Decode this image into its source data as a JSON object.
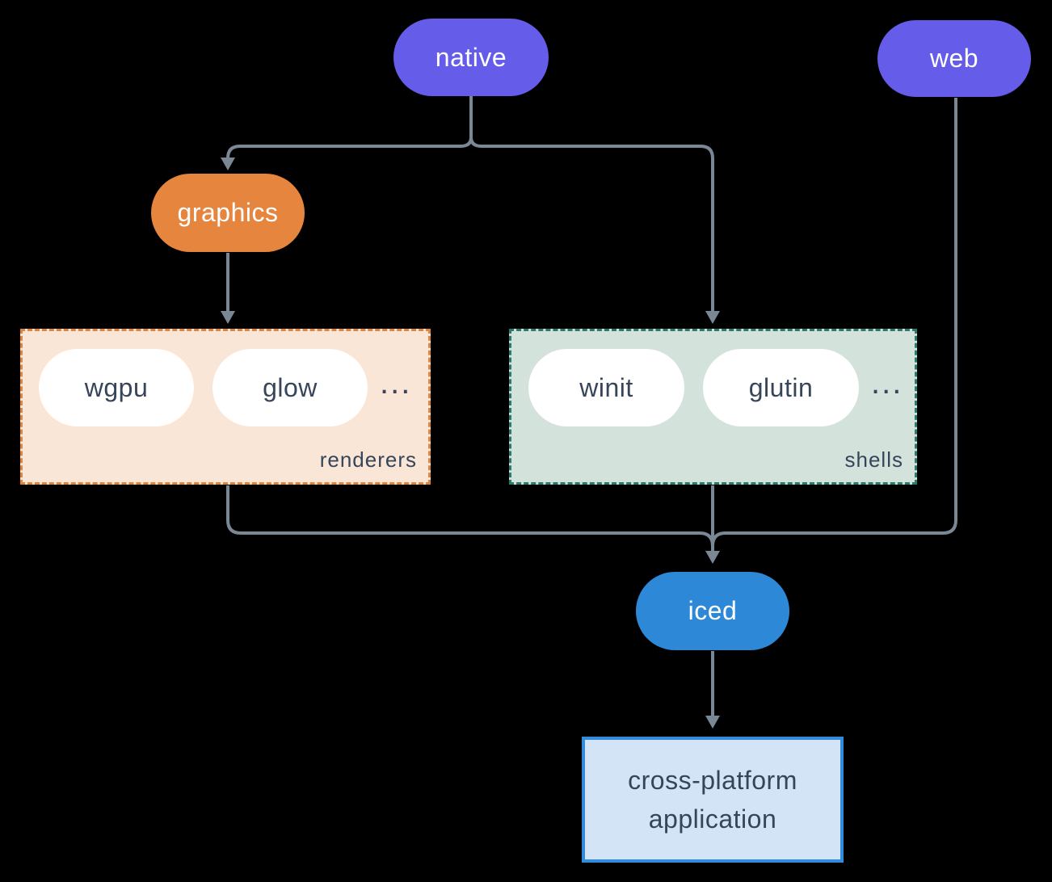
{
  "colors": {
    "background": "#000000",
    "line": "#7a8896",
    "purple": "#655ce9",
    "orange": "#e6853e",
    "blue": "#2d89d8",
    "peach_bg": "#f9e6d6",
    "peach_border": "#e0843c",
    "sage_bg": "#d4e2dc",
    "sage_border": "#2b7a6b",
    "white_pill": "#ffffff",
    "dark_text": "#36455a",
    "light_text": "#ffffff",
    "app_bg": "#d3e4f6",
    "app_border": "#338bdc"
  },
  "nodes": {
    "native": {
      "label": "native"
    },
    "web": {
      "label": "web"
    },
    "graphics": {
      "label": "graphics"
    },
    "iced": {
      "label": "iced"
    },
    "application": {
      "lines": [
        "cross-platform",
        "application"
      ]
    }
  },
  "groups": {
    "renderers": {
      "label": "renderers",
      "items": [
        "wgpu",
        "glow"
      ],
      "more": "..."
    },
    "shells": {
      "label": "shells",
      "items": [
        "winit",
        "glutin"
      ],
      "more": "..."
    }
  }
}
